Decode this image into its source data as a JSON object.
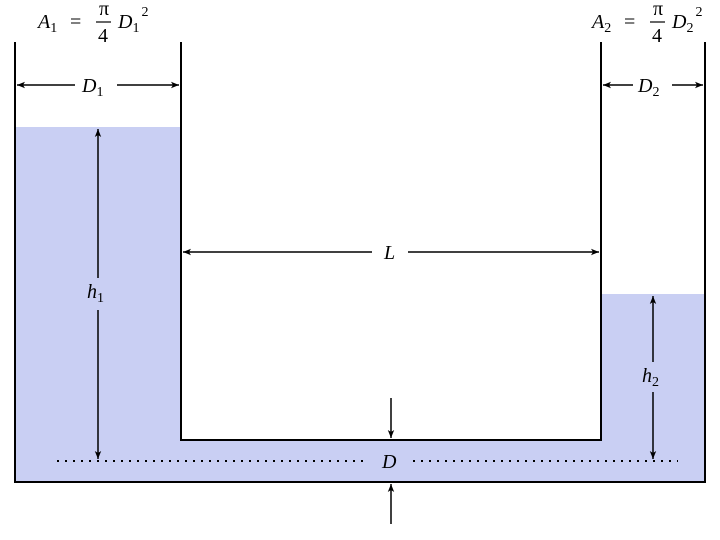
{
  "colors": {
    "water": "#c9cff3",
    "line": "#000000",
    "background": "#ffffff"
  },
  "labels": {
    "A1": "A",
    "A1_sub": "1",
    "A2": "A",
    "A2_sub": "2",
    "equals": "=",
    "pi": "π",
    "four": "4",
    "D": "D",
    "D1_sub": "1",
    "D2_sub": "2",
    "square": "2",
    "L": "L",
    "h": "h",
    "h1_sub": "1",
    "h2_sub": "2"
  }
}
